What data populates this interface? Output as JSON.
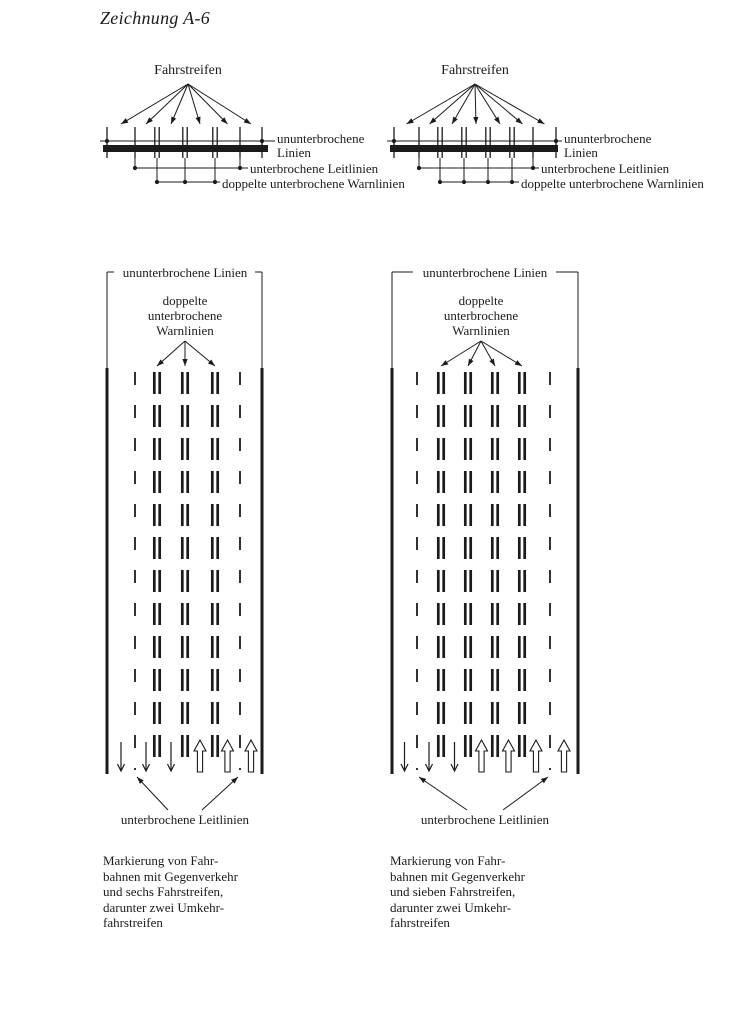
{
  "title": "Zeichnung A-6",
  "labels": {
    "fahrstreifen": "Fahrstreifen",
    "unbroken_1": "ununterbrochene",
    "unbroken_2": "Linien",
    "unbroken_full": "ununterbrochene Linien",
    "guide": "unterbrochene Leitlinien",
    "warn_full": "doppelte unterbrochene Warnlinien",
    "warn_1": "doppelte",
    "warn_2": "unterbrochene",
    "warn_3": "Warnlinien"
  },
  "captions": {
    "left": [
      "Markierung von Fahr-",
      "bahnen mit Gegenverkehr",
      "und sechs Fahrstreifen,",
      "darunter zwei Umkehr-",
      "fahrstreifen"
    ],
    "right": [
      "Markierung von Fahr-",
      "bahnen mit Gegenverkehr",
      "und sieben Fahrstreifen,",
      "darunter zwei Umkehr-",
      "fahrstreifen"
    ]
  },
  "colors": {
    "ink": "#1b1b1b",
    "background": "#ffffff"
  }
}
